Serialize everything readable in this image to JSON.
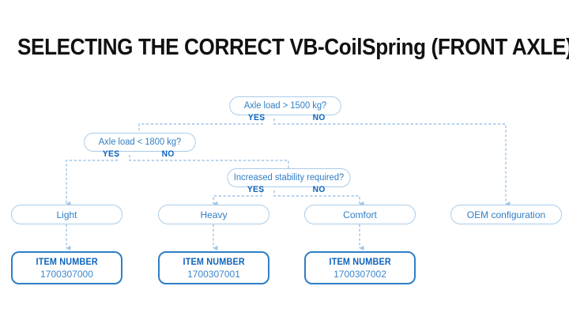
{
  "page": {
    "title": "SELECTING THE CORRECT VB-CoilSpring (FRONT AXLE)",
    "background_color": "#ffffff",
    "accent_color": "#2f7ec6",
    "label_color": "#0d64bd",
    "line_color": "#a9cbe8"
  },
  "flowchart": {
    "type": "decision-tree",
    "decisions": [
      {
        "id": "d1",
        "text": "Axle load > 1500 kg?",
        "yes_label": "YES",
        "no_label": "NO"
      },
      {
        "id": "d2",
        "text": "Axle load < 1800 kg?",
        "yes_label": "YES",
        "no_label": "NO"
      },
      {
        "id": "d3",
        "text": "Increased stability required?",
        "yes_label": "YES",
        "no_label": "NO"
      }
    ],
    "outcomes": [
      {
        "id": "o1",
        "text": "Light"
      },
      {
        "id": "o2",
        "text": "Heavy"
      },
      {
        "id": "o3",
        "text": "Comfort"
      },
      {
        "id": "o4",
        "text": "OEM configuration"
      }
    ],
    "items": [
      {
        "id": "i1",
        "label": "ITEM NUMBER",
        "number": "1700307000"
      },
      {
        "id": "i2",
        "label": "ITEM NUMBER",
        "number": "1700307001"
      },
      {
        "id": "i3",
        "label": "ITEM NUMBER",
        "number": "1700307002"
      }
    ],
    "edges": [
      {
        "from": "d1",
        "branch": "YES",
        "to": "d2"
      },
      {
        "from": "d1",
        "branch": "NO",
        "to": "o4"
      },
      {
        "from": "d2",
        "branch": "YES",
        "to": "o1"
      },
      {
        "from": "d2",
        "branch": "NO",
        "to": "d3"
      },
      {
        "from": "d3",
        "branch": "YES",
        "to": "o2"
      },
      {
        "from": "d3",
        "branch": "NO",
        "to": "o3"
      },
      {
        "from": "o1",
        "branch": "",
        "to": "i1"
      },
      {
        "from": "o2",
        "branch": "",
        "to": "i2"
      },
      {
        "from": "o3",
        "branch": "",
        "to": "i3"
      }
    ]
  }
}
